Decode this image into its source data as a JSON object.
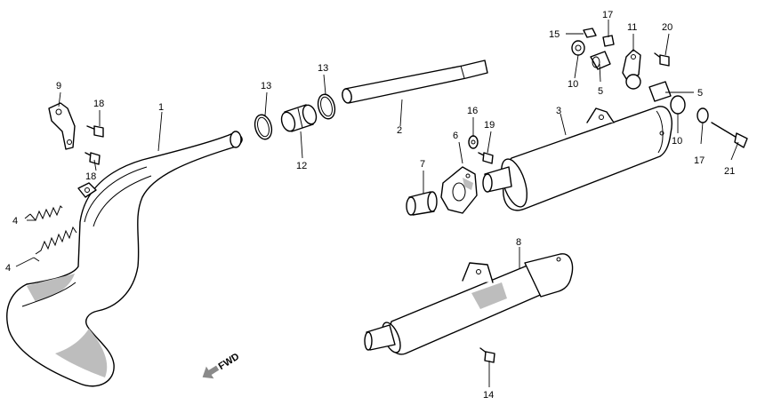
{
  "callouts": {
    "c1": "1",
    "c2": "2",
    "c3": "3",
    "c4a": "4",
    "c4b": "4",
    "c5a": "5",
    "c5b": "5",
    "c6": "6",
    "c7": "7",
    "c8": "8",
    "c9": "9",
    "c10a": "10",
    "c10b": "10",
    "c11": "11",
    "c12": "12",
    "c13a": "13",
    "c13b": "13",
    "c14": "14",
    "c15": "15",
    "c16": "16",
    "c17a": "17",
    "c17b": "17",
    "c18a": "18",
    "c18b": "18",
    "c19": "19",
    "c20": "20",
    "c21": "21"
  },
  "direction_marker": {
    "label": "FWD",
    "icon": "arrow-icon"
  }
}
